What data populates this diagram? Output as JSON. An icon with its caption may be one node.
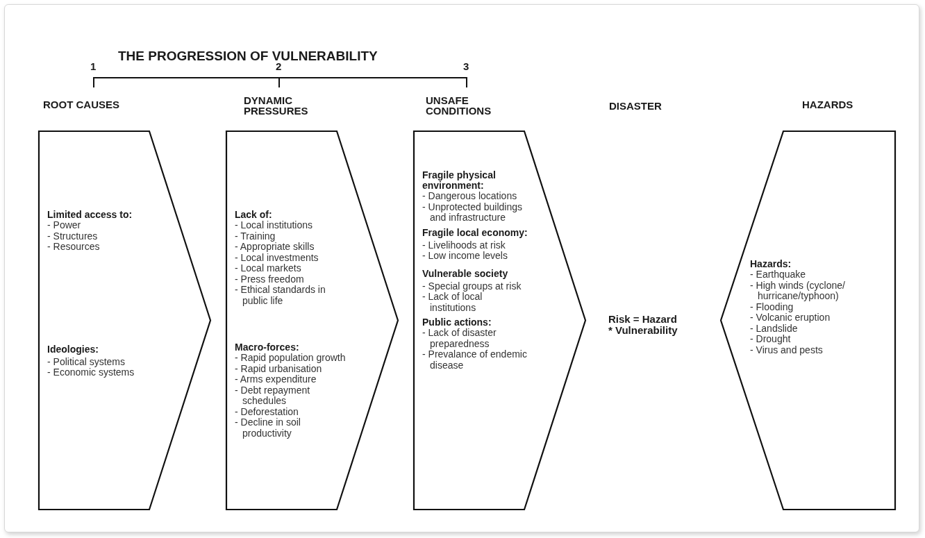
{
  "diagram": {
    "title": "THE PROGRESSION OF VULNERABILITY",
    "nodes": [
      {
        "text": [
          "ROOT CAUSES",
          "Limited access to:",
          "- Power",
          "- Structures",
          "- Resources",
          "Ideologies:",
          "- Political systems",
          "- Economic systems"
        ]
      },
      {
        "text": [
          "DYNAMIC PRESSURES",
          "Lack of:",
          "- Local institutions",
          "- Training",
          "- Appropriate skills",
          "- Local investments",
          "- Local markets",
          "- Press freedom",
          "- Ethical standards in public life",
          "Macro-forces:",
          "- Rapid population growth",
          "- Rapid urbanisation",
          "- Arms expenditure",
          "- Debt repayment schedules",
          "- Deforestation",
          "- Decline in soil productivity"
        ]
      },
      {
        "text": [
          "UNSAFE CONDITIONS",
          "Fragile physical environment:",
          "- Dangerous locations",
          "- Unprotected buildings and infrastructure",
          "Fragile local economy:",
          "- Livelihoods at risk",
          "- Low income levels",
          "Vulnerable society",
          "- Special groups at risk",
          "- Lack of local institutions",
          "Public actions:",
          "- Lack of disaster preparedness",
          "- Prevalance of endemic disease"
        ]
      },
      {
        "text": [
          "HAZARDS",
          "Hazards:",
          "- Earthquake",
          "- High winds (cyclone/ hurricane/typhoon)",
          "- Flooding",
          "- Volcanic eruption",
          "- Landslide",
          "- Drought",
          "- Virus and pests"
        ]
      }
    ],
    "labels": [
      "1",
      "2",
      "3",
      "DISASTER",
      "Risk = Hazard * Vulnerability"
    ]
  }
}
